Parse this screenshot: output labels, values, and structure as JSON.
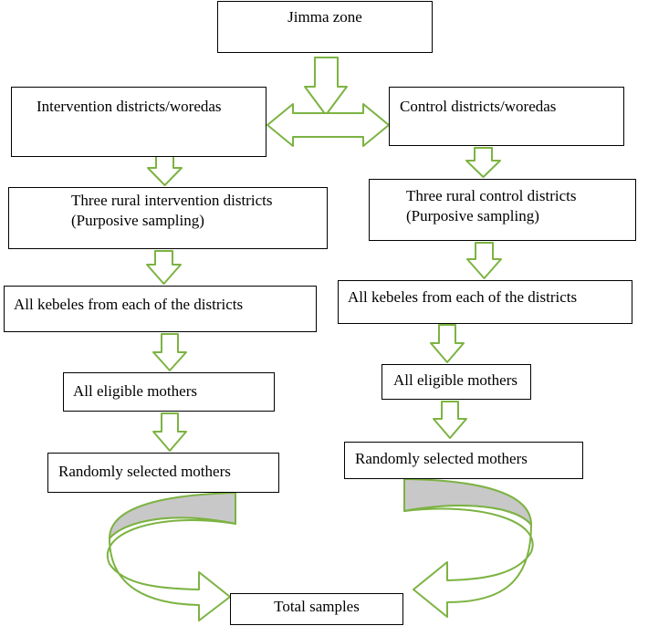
{
  "colors": {
    "arrow_stroke": "#7cb342",
    "arrow_fill": "#ffffff",
    "ribbon_inner": "#c8c8c8",
    "box_border": "#000000"
  },
  "boxes": {
    "jimma": "Jimma zone",
    "intervention": "Intervention districts/woredas",
    "control": "Control districts/woredas",
    "three_intervention": {
      "line1": "Three rural intervention districts",
      "line2": "(Purposive sampling)"
    },
    "three_control": {
      "line1": "Three rural control districts",
      "line2": "(Purposive sampling)"
    },
    "kebeles_left": "All kebeles from each of the districts",
    "kebeles_right": "All kebeles from each of the districts",
    "mothers_left": "All eligible mothers",
    "mothers_right": "All eligible mothers",
    "random_left": "Randomly selected mothers",
    "random_right": "Randomly selected mothers",
    "total": "Total samples"
  }
}
